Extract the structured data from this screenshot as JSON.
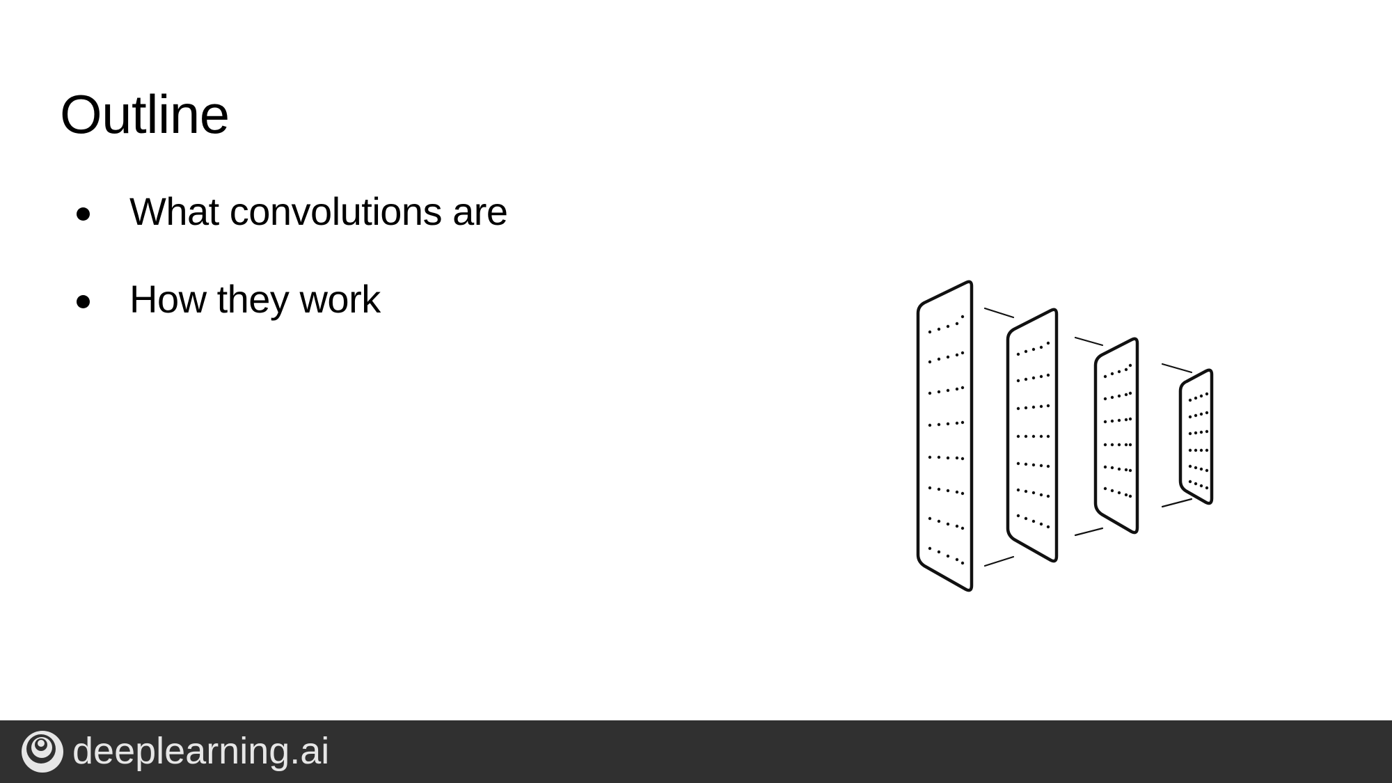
{
  "slide": {
    "title": "Outline",
    "bullets": [
      {
        "text": "What convolutions are"
      },
      {
        "text": "How they work"
      }
    ],
    "illustration_icon": "convolution-layers-icon"
  },
  "footer": {
    "logo_icon": "deeplearning-logo-icon",
    "brand": "deeplearning.ai",
    "background_color": "#303030",
    "text_color": "#e6e6e6"
  }
}
